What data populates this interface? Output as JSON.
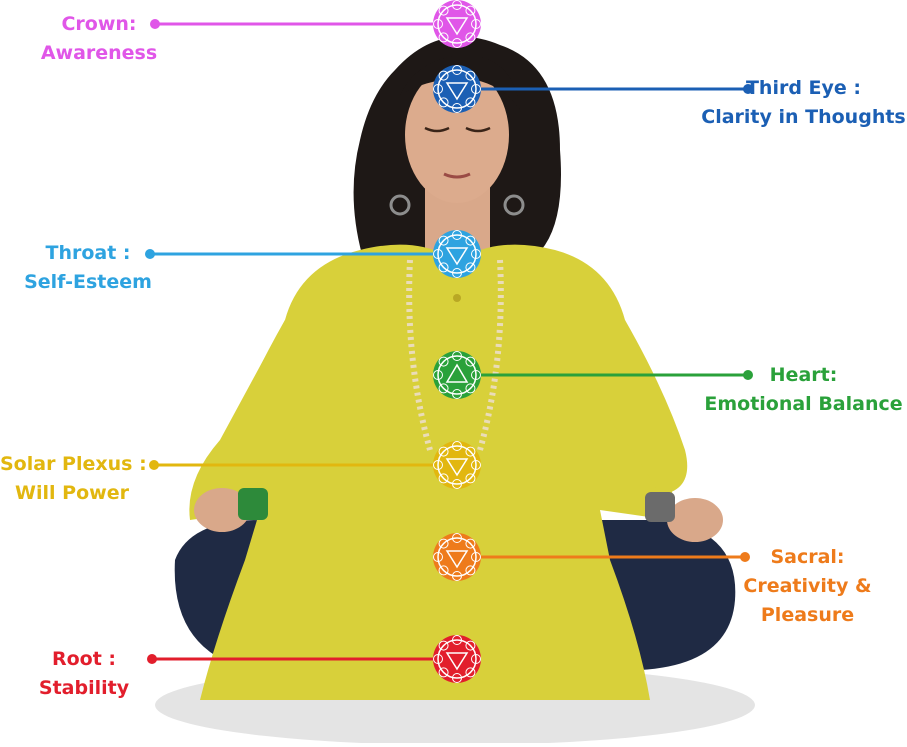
{
  "chakras": [
    {
      "key": "crown",
      "line1": "Crown:",
      "line2": "Awareness",
      "color": "#e056e8",
      "symbol": "om-icon"
    },
    {
      "key": "third-eye",
      "line1": "Third Eye :",
      "line2": "Clarity in Thoughts",
      "color": "#1b5fb4",
      "symbol": "third-eye-chakra-icon"
    },
    {
      "key": "throat",
      "line1": "Throat :",
      "line2": "Self-Esteem",
      "color": "#2ea3e0",
      "symbol": "throat-chakra-icon"
    },
    {
      "key": "heart",
      "line1": "Heart:",
      "line2": "Emotional Balance",
      "color": "#2aa13a",
      "symbol": "heart-chakra-icon"
    },
    {
      "key": "solar-plexus",
      "line1": "Solar Plexus :",
      "line2": "Will Power",
      "color": "#e2b70f",
      "symbol": "solar-plexus-chakra-icon"
    },
    {
      "key": "sacral",
      "line1": "Sacral:",
      "line2": "Creativity &",
      "line3": "Pleasure",
      "color": "#ee7b1b",
      "symbol": "sacral-chakra-icon"
    },
    {
      "key": "root",
      "line1": "Root :",
      "line2": "Stability",
      "color": "#e21e2c",
      "symbol": "root-chakra-icon"
    }
  ],
  "figure": {
    "kurta_color": "#d8d03a",
    "hair_color": "#1e1816",
    "skin_color": "#d9a88a",
    "pants_color": "#1f2a44",
    "beads_color": "#eadcb8"
  }
}
